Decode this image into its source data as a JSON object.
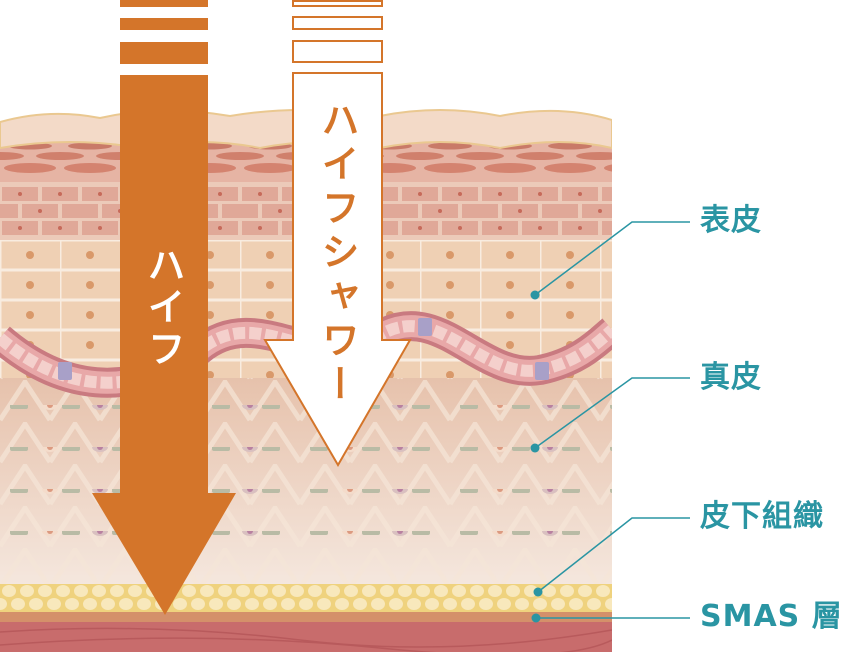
{
  "arrows": {
    "hifu": {
      "label": "ハイフ",
      "color": "#d4752a"
    },
    "hifu_shower": {
      "label": "ハイフシャワー",
      "color": "#d4752a"
    }
  },
  "layers": [
    {
      "label": "表皮"
    },
    {
      "label": "真皮"
    },
    {
      "label": "皮下組織"
    },
    {
      "label": "SMAS 層"
    }
  ],
  "colors": {
    "accent": "#2a95a3",
    "arrow": "#d4752a"
  }
}
